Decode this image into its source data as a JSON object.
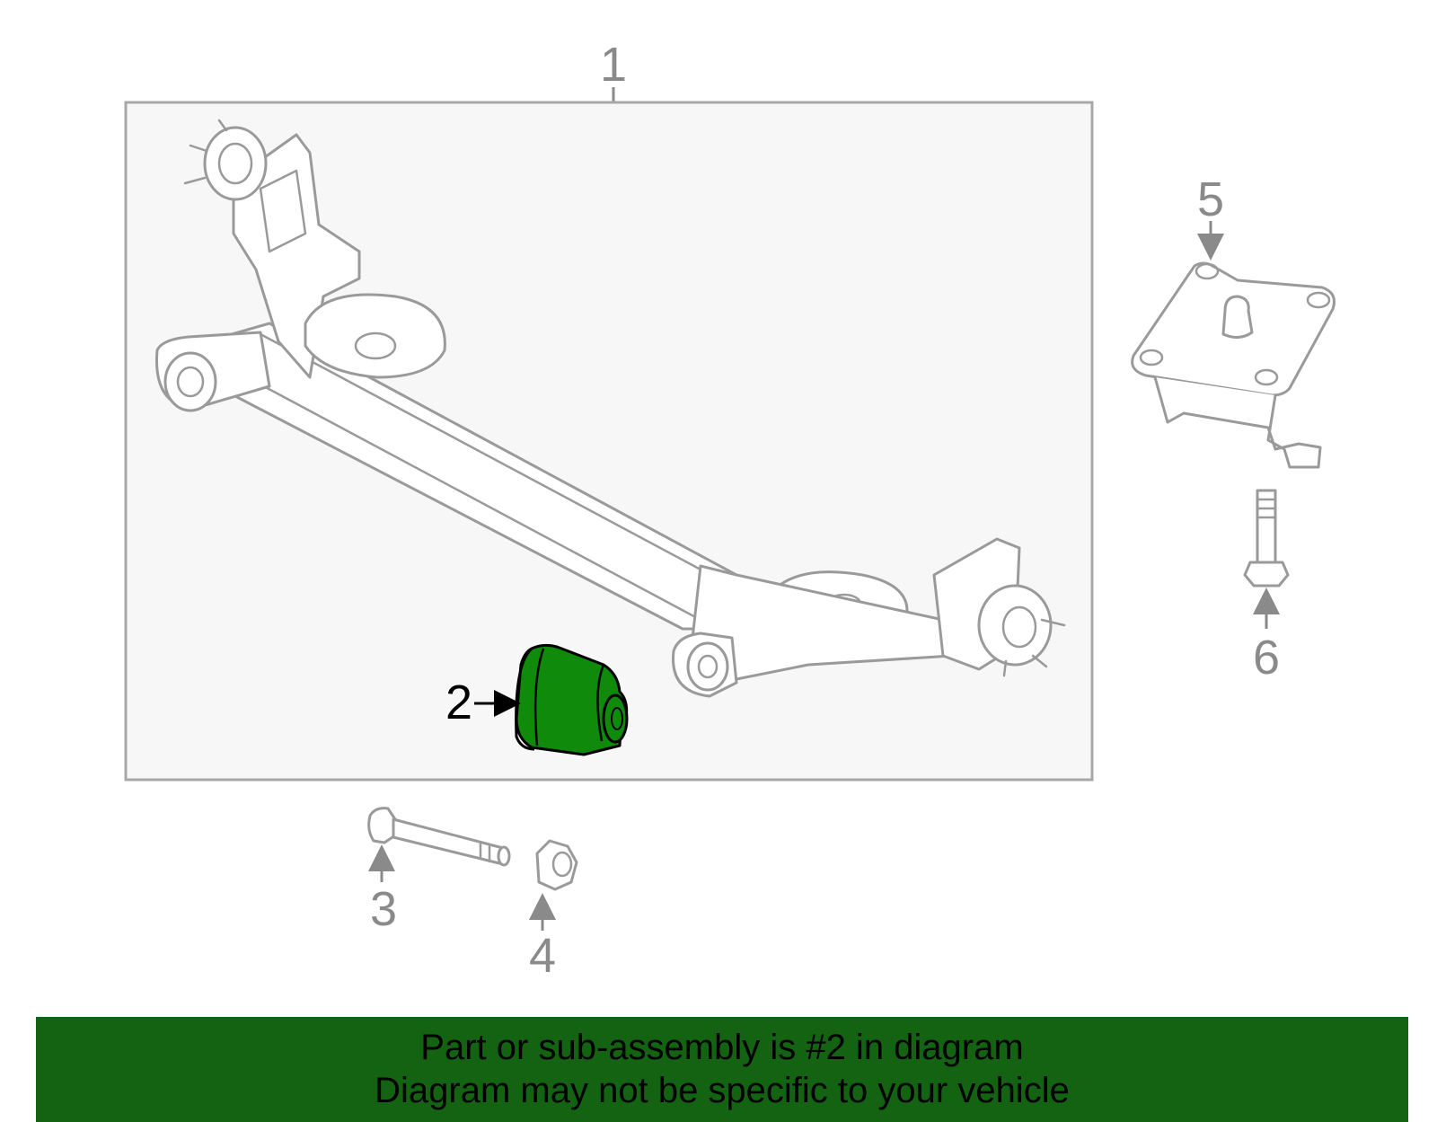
{
  "callouts": {
    "c1": "1",
    "c2": "2",
    "c3": "3",
    "c4": "4",
    "c5": "5",
    "c6": "6"
  },
  "highlight": {
    "part_number": "2",
    "fill_color": "#0f8a0a",
    "banner_color": "#136312"
  },
  "banner": {
    "line1": "Part or sub-assembly is #2 in diagram",
    "line2": "Diagram may not be specific to your vehicle"
  }
}
